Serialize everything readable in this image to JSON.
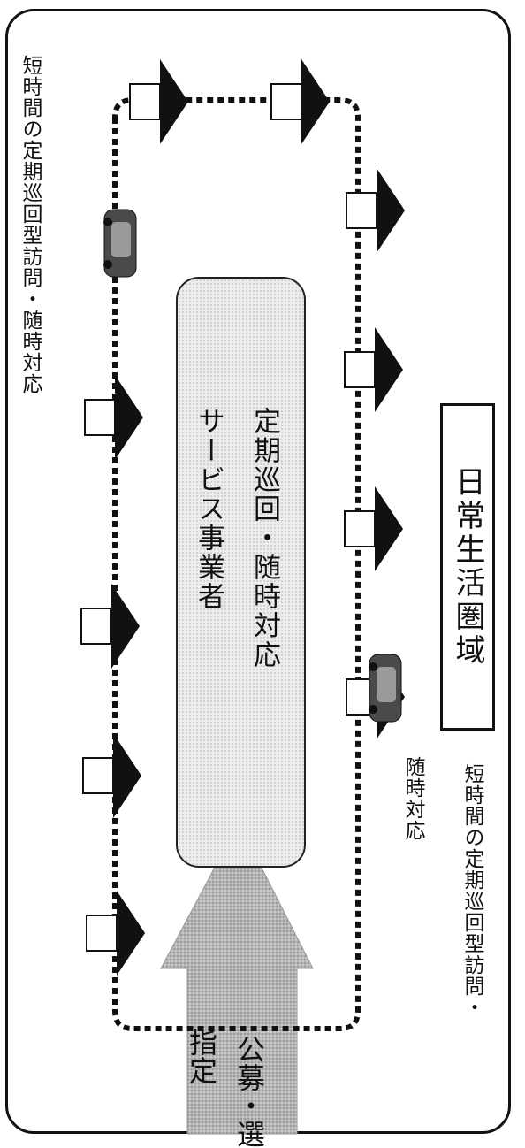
{
  "area_label": "日常生活圏域",
  "center_label_line1": "定期巡回・随時対応",
  "center_label_line2": "サービス事業者",
  "left_note": "短時間の定期巡回型訪問・随時対応",
  "right_note_line1": "短時間の定期巡回型訪問・",
  "right_note_line2": "随時対応",
  "arrow_label_line1": "公募・選",
  "arrow_label_line2": "指定",
  "colors": {
    "stroke": "#111111",
    "arrow_fill": "#bdbdbd",
    "car_fill": "#4a4a4a"
  },
  "icons": {
    "house": "house-icon",
    "car": "car-icon",
    "arrow": "up-arrow-icon"
  }
}
